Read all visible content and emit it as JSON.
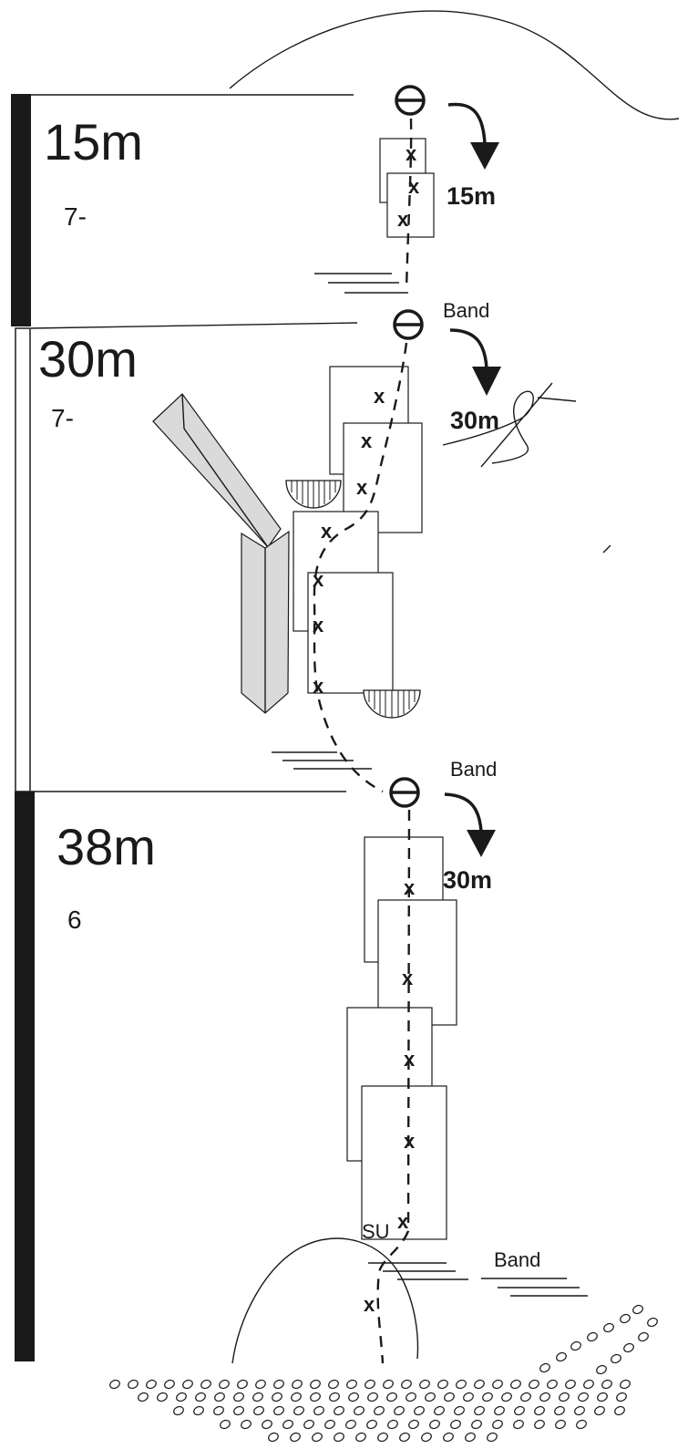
{
  "sections": [
    {
      "length": "15m",
      "grade": "7-"
    },
    {
      "length": "30m",
      "grade": "7-"
    },
    {
      "length": "38m",
      "grade": "6"
    }
  ],
  "abseils": [
    {
      "label": "",
      "length": "15m"
    },
    {
      "label": "Band",
      "length": "30m"
    },
    {
      "label": "Band",
      "length": "30m"
    }
  ],
  "bottom_band_label": "Band",
  "start_label": "SU",
  "bolt_symbol": "x"
}
